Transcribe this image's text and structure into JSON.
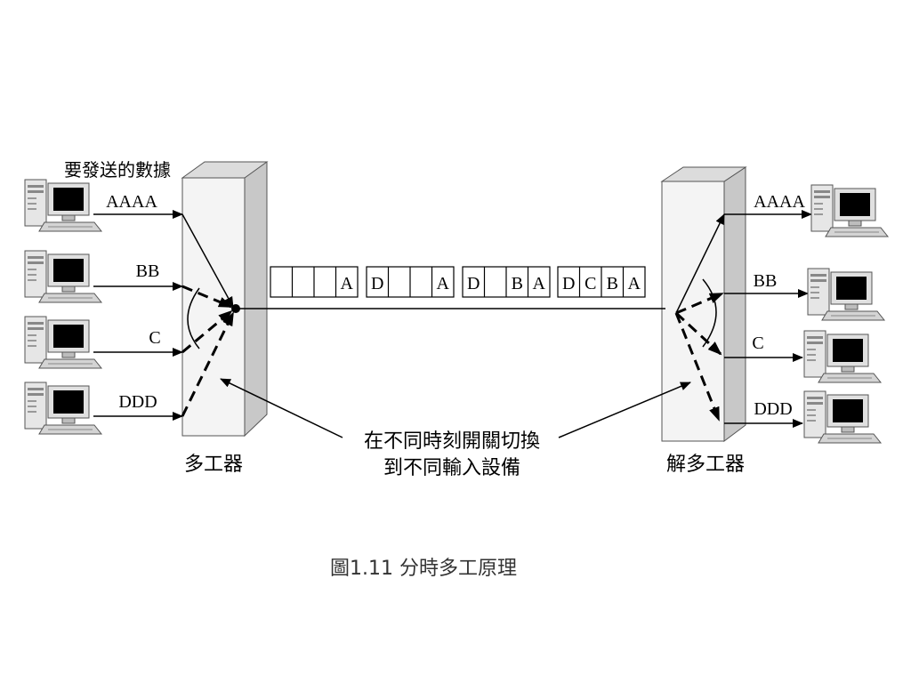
{
  "labels": {
    "source_data": "要發送的數據",
    "mux": "多工器",
    "demux": "解多工器",
    "switch_note_line1": "在不同時刻開關切換",
    "switch_note_line2": "到不同輸入設備",
    "caption": "圖1.11  分時多工原理"
  },
  "senders": [
    "AAAA",
    "BB",
    "C",
    "DDD"
  ],
  "receivers": [
    "AAAA",
    "BB",
    "C",
    "DDD"
  ],
  "frames": [
    [
      "",
      "",
      "",
      "A"
    ],
    [
      "D",
      "",
      "",
      "A"
    ],
    [
      "D",
      "",
      "B",
      "A"
    ],
    [
      "D",
      "C",
      "B",
      "A"
    ]
  ],
  "icons": {
    "computer": "computer-icon",
    "switch": "switch-pivot-icon"
  },
  "colors": {
    "line": "#000000",
    "box_front": "#f4f4f4",
    "box_side": "#c8c8c8",
    "box_top": "#dcdcdc"
  }
}
